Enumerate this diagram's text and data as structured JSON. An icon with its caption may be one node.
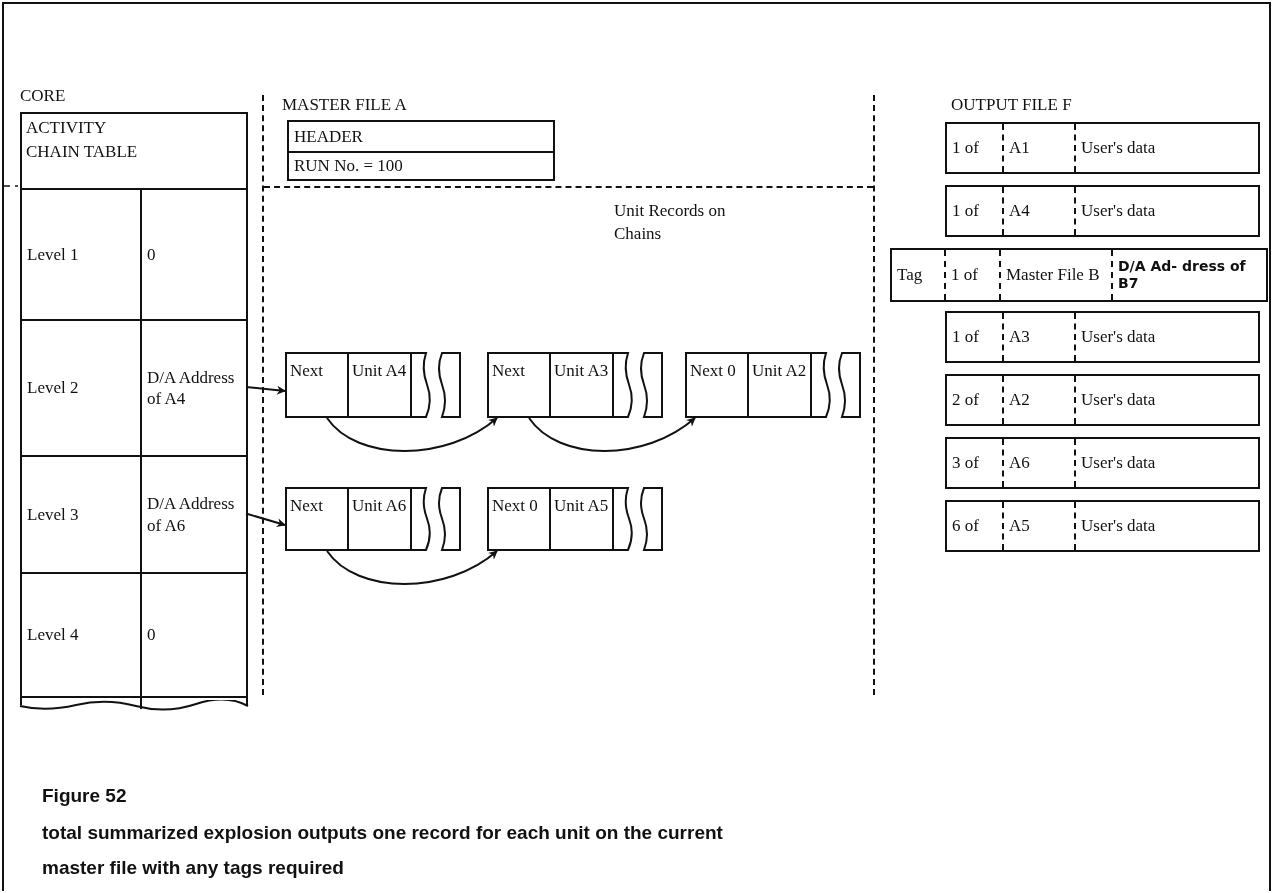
{
  "diagram": {
    "title": "Figure 52",
    "caption": "total summarized explosion outputs one record for each unit on the current master file with any tags required",
    "nodes": [
      {
        "text": [
          "CORE",
          "ACTIVITY CHAIN TABLE"
        ]
      },
      {
        "text": [
          "Level 1",
          "0"
        ],
        "in": 0
      },
      {
        "text": [
          "Level 2",
          "D/A Address of A4"
        ],
        "in": 0
      },
      {
        "text": [
          "Level 3",
          "D/A Address of A6"
        ],
        "in": 0
      },
      {
        "text": [
          "Level 4",
          "0"
        ],
        "in": 0
      },
      {
        "text": [
          "MASTER FILE A"
        ]
      },
      {
        "text": [
          "HEADER",
          "RUN No. = 100"
        ],
        "in": 5
      },
      {
        "text": [
          "Unit Records on Chains"
        ],
        "in": 5
      },
      {
        "text": [
          "Next",
          "Unit A4"
        ],
        "in": 7
      },
      {
        "text": [
          "Next",
          "Unit A3"
        ],
        "in": 7
      },
      {
        "text": [
          "Next 0",
          "Unit A2"
        ],
        "in": 7
      },
      {
        "text": [
          "Next",
          "Unit A6"
        ],
        "in": 7
      },
      {
        "text": [
          "Next 0",
          "Unit A5"
        ],
        "in": 7
      },
      {
        "text": [
          "OUTPUT FILE F"
        ]
      },
      {
        "text": [
          "1 of",
          "A1",
          "User's data"
        ],
        "in": 13
      },
      {
        "text": [
          "1 of",
          "A4",
          "User's data"
        ],
        "in": 13
      },
      {
        "text": [
          "Tag",
          "1 of",
          "Master File B",
          "D/A Ad- dress of B7"
        ],
        "in": 13
      },
      {
        "text": [
          "1 of",
          "A3",
          "User's data"
        ],
        "in": 13
      },
      {
        "text": [
          "2 of",
          "A2",
          "User's data"
        ],
        "in": 13
      },
      {
        "text": [
          "3 of",
          "A6",
          "User's data"
        ],
        "in": 13
      },
      {
        "text": [
          "6 of",
          "A5",
          "User's data"
        ],
        "in": 13
      }
    ],
    "edges": [
      {
        "from": 2,
        "to": 8,
        "arrow": "to"
      },
      {
        "from": 8,
        "to": 9,
        "arrow": "to"
      },
      {
        "from": 9,
        "to": 10,
        "arrow": "to"
      },
      {
        "from": 3,
        "to": 11,
        "arrow": "to"
      },
      {
        "from": 11,
        "to": 12,
        "arrow": "to"
      }
    ]
  }
}
